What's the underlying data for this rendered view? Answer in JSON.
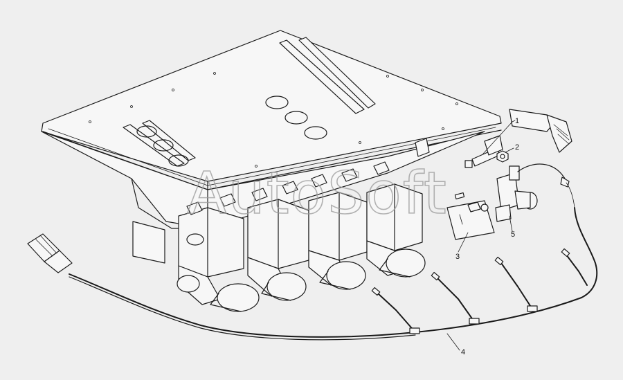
{
  "watermark": "AutoSoft",
  "callouts": [
    {
      "id": "c1",
      "text": "1"
    },
    {
      "id": "c2",
      "text": "2"
    },
    {
      "id": "c3",
      "text": "3"
    },
    {
      "id": "c4",
      "text": "4"
    },
    {
      "id": "c5",
      "text": "5"
    }
  ],
  "colors": {
    "background": "#efefef",
    "line": "#1a1a1a",
    "watermark": "#9a9a9a"
  }
}
